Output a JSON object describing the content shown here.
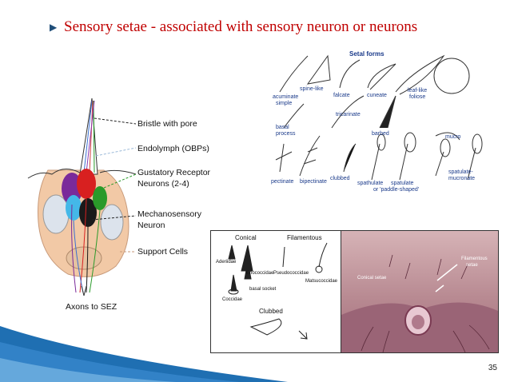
{
  "title": "Sensory setae - associated with sensory neuron or neurons",
  "neuron_labels": {
    "bristle": "Bristle with pore",
    "endolymph": "Endolymph (OBPs)",
    "gustatory_1": "Gustatory Receptor",
    "gustatory_2": "Neurons (2-4)",
    "mechano_1": "Mechanosensory",
    "mechano_2": "Neuron",
    "support": "Support Cells",
    "axons": "Axons to SEZ"
  },
  "setal_forms": {
    "title": "Setal forms",
    "acuminate": "acuminate",
    "simple": "simple",
    "spine_like": "spine-like",
    "falcate": "falcate",
    "cuneate": "cuneate",
    "leaf_like": "leaf-like",
    "foliose": "foliose",
    "basal": "basal",
    "process": "process",
    "tricarinate": "tricarinate",
    "barbed": "barbed",
    "mucro": "mucro",
    "pectinate": "pectinate",
    "bipectinate": "bipectinate",
    "clubbed": "clubbed",
    "spathulate": "spathulate",
    "spatulate": "spatulate",
    "paddle_shaped": "or 'paddle-shaped'",
    "spatulate_mucronate_1": "spatulate-",
    "spatulate_mucronate_2": "mucronate"
  },
  "conical_panel": {
    "conical": "Conical",
    "filamentous": "Filamentous",
    "aderiidae": "Aderiidae",
    "eriococcidae": "Eriococcidae",
    "pseudococcidae": "Pseudococcidae",
    "basal_socket": "basal socket",
    "coccidae": "Coccidae",
    "matsucoccidae": "Matsucoccidae",
    "clubbed": "Clubbed"
  },
  "photo_labels": {
    "filamentous_1": "Filamentous",
    "filamentous_2": "setae",
    "conical": "Conical setae"
  },
  "page_number": "35",
  "colors": {
    "title": "#c00000",
    "bullet": "#1f4e79",
    "label_blue": "#1a3a8a",
    "band": "#1f6fb2"
  }
}
